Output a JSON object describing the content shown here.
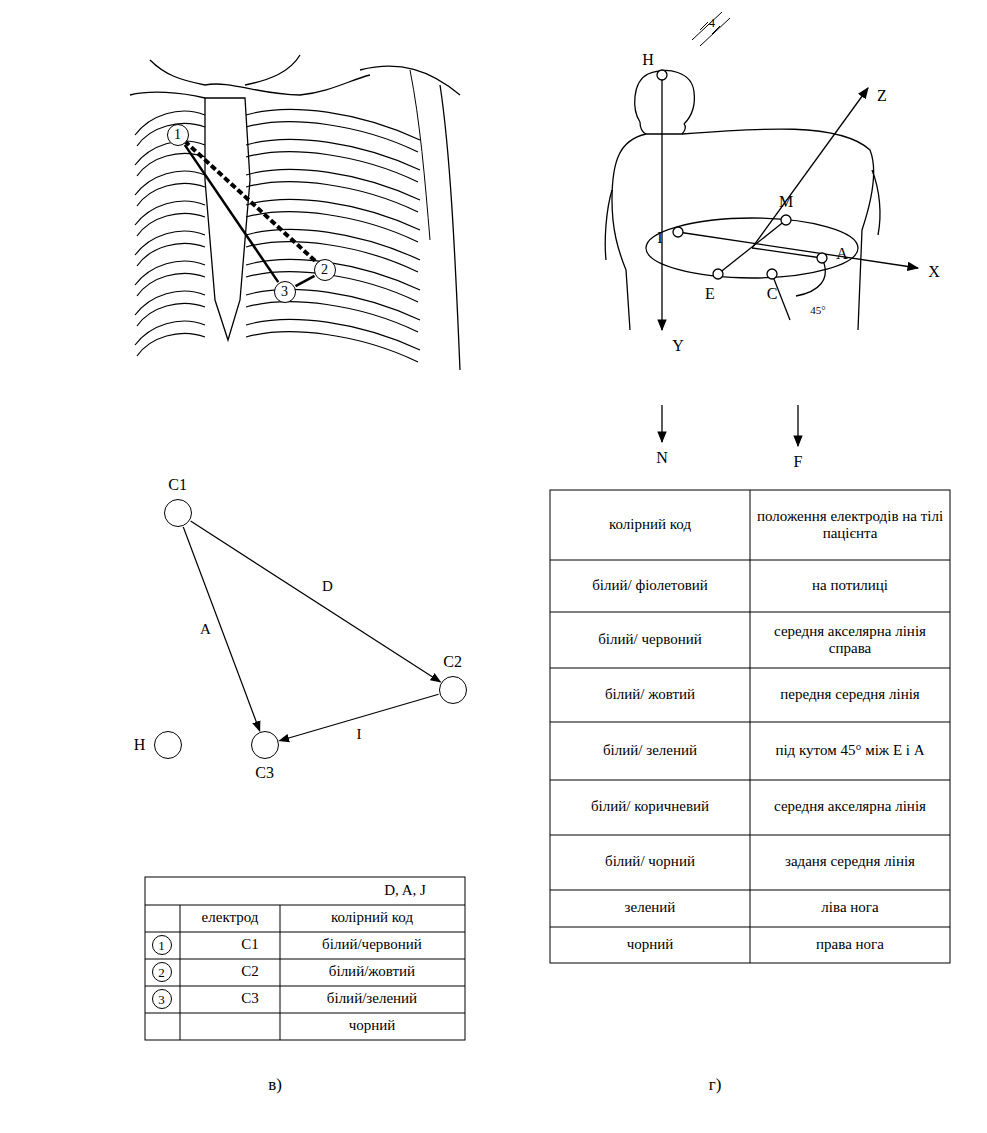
{
  "diagram": {
    "nodes": [
      {
        "text": [
          "1"
        ]
      },
      {
        "text": [
          "2"
        ]
      },
      {
        "text": [
          "3"
        ]
      },
      {
        "text": [
          "C1"
        ]
      },
      {
        "text": [
          "C2"
        ]
      },
      {
        "text": [
          "C3"
        ]
      },
      {
        "text": [
          "H"
        ]
      },
      {
        "text": [
          "1"
        ]
      },
      {
        "text": [
          "2"
        ]
      },
      {
        "text": [
          "3"
        ]
      }
    ],
    "edges": [
      {
        "from": 0,
        "to": 2,
        "arrow": "none"
      },
      {
        "from": 2,
        "to": 1,
        "arrow": "none"
      },
      {
        "from": 3,
        "to": 4,
        "label": "D",
        "arrow": "to"
      },
      {
        "from": 3,
        "to": 5,
        "label": "A",
        "arrow": "to"
      },
      {
        "from": 4,
        "to": 5,
        "label": "I",
        "arrow": "to"
      }
    ],
    "labels": [
      "4",
      "H",
      "Z",
      "I",
      "M",
      "A",
      "X",
      "E",
      "C",
      "45°",
      "Y",
      "N",
      "F",
      "в)",
      "г)",
      "D, A, J",
      "електрод",
      "колірний код",
      "C1",
      "білий/червоний",
      "C2",
      "білий/жовтий",
      "C3",
      "білий/зелений",
      "чорний",
      "колірний код",
      "положення електродів на тілі пацієнта",
      "білий/ фіолетовий",
      "на потилиці",
      "білий/ червоний",
      "середня акселярна лінія справа",
      "білий/ жовтий",
      "передня середня лінія",
      "білий/ зелений",
      "під кутом 45° між E і A",
      "білий/ коричневий",
      "середня акселярна лінія",
      "білий/ чорний",
      "заданя середня лінія",
      "зелений",
      "ліва нога",
      "чорний",
      "права нога"
    ]
  }
}
